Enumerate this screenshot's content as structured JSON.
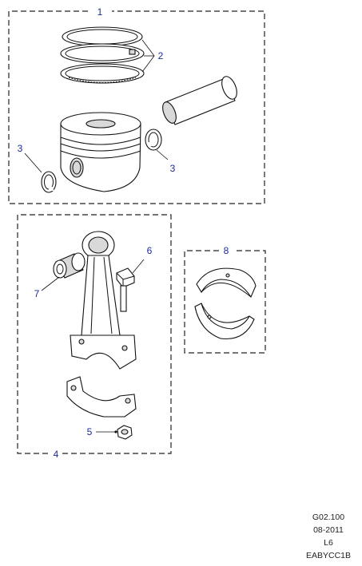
{
  "callouts": {
    "c1": "1",
    "c2": "2",
    "c3a": "3",
    "c3b": "3",
    "c4": "4",
    "c5": "5",
    "c6": "6",
    "c7": "7",
    "c8": "8"
  },
  "footer": {
    "ref": "G02.100",
    "date": "08-2011",
    "code": "L6",
    "id": "EABYCC1B"
  }
}
